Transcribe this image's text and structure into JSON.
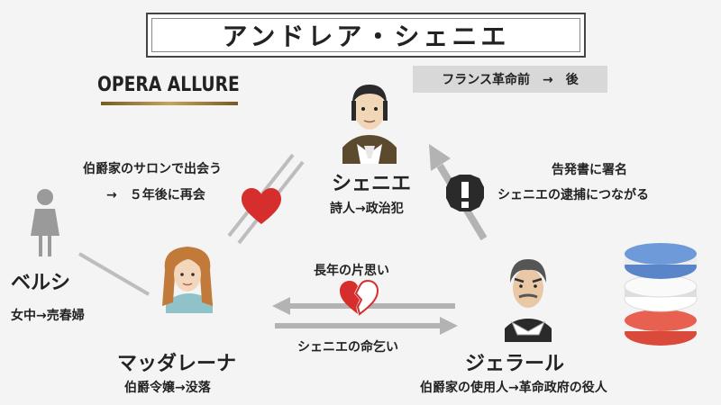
{
  "title": "アンドレア・シェニエ",
  "logo": "OPERA ALLURE",
  "era_label": "フランス革命前　→　後",
  "characters": {
    "chenier": {
      "name": "シェニエ",
      "role": "詩人→政治犯"
    },
    "maddalena": {
      "name": "マッダレーナ",
      "role": "伯爵令嬢→没落"
    },
    "gerard": {
      "name": "ジェラール",
      "role": "伯爵家の使用人→革命政府の役人"
    },
    "bersi": {
      "name": "ベルシ",
      "role": "女中→売春婦"
    }
  },
  "relations": {
    "chenier_maddalena_line1": "伯爵家のサロンで出会う",
    "chenier_maddalena_line2": "→　５年後に再会",
    "gerard_chenier_line1": "告発書に署名",
    "gerard_chenier_line2": "シェニエの逮捕につながる",
    "gerard_maddalena": "長年の片思い",
    "maddalena_gerard": "シェニエの命乞い"
  },
  "colors": {
    "heart": "#d62d2d",
    "arrow": "#b3b3b3",
    "text": "#222222"
  }
}
